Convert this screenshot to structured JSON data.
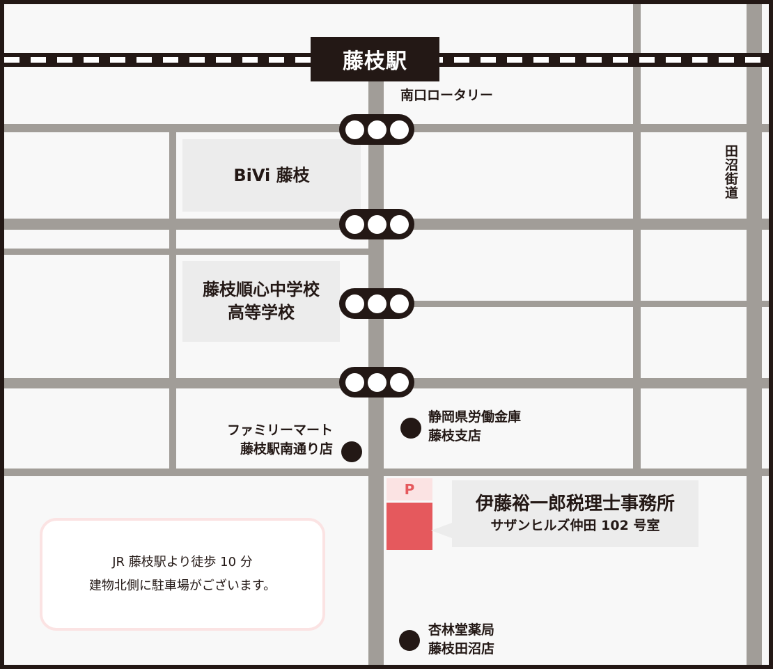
{
  "station": {
    "name": "藤枝駅"
  },
  "labels": {
    "rotary": "南口ロータリー",
    "street": "田沼街道"
  },
  "blocks": {
    "bivi": "BiVi 藤枝",
    "school": [
      "藤枝順心中学校",
      "高等学校"
    ]
  },
  "landmarks": {
    "bank": [
      "静岡県労働金庫",
      "藤枝支店"
    ],
    "familymart": [
      "ファミリーマート",
      "藤枝駅南通り店"
    ],
    "pharmacy": [
      "杏林堂薬局",
      "藤枝田沼店"
    ]
  },
  "office": {
    "name": "伊藤裕一郎税理士事務所",
    "room": "サザンヒルズ仲田 102 号室",
    "parking_label": "P"
  },
  "access": {
    "line1": "JR 藤枝駅より徒歩 10 分",
    "line2": "建物北側に駐車場がございます。"
  },
  "icons": {
    "traffic_signal": "traffic-signal-icon",
    "landmark": "landmark-dot-icon",
    "parking": "parking-icon"
  },
  "colors": {
    "ink": "#231815",
    "road": "#a19d98",
    "block": "#ececec",
    "accent": "#e5595d",
    "accent_light": "#fbe3e3"
  }
}
